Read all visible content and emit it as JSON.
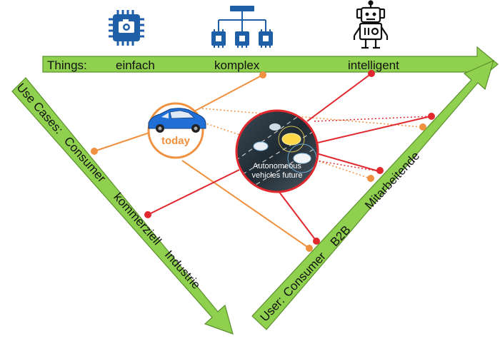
{
  "things": {
    "prefix": "Things:",
    "levels": [
      "einfach",
      "komplex",
      "intelligent"
    ],
    "icons": [
      "chip-camera-icon",
      "chip-network-icon",
      "robot-icon"
    ]
  },
  "use_cases": {
    "prefix": "Use Cases:",
    "levels": [
      "Consumer",
      "kommerziell",
      "Industrie"
    ]
  },
  "user": {
    "prefix": "User:",
    "levels": [
      "Consumer",
      "B2B",
      "Mitarbeitende"
    ]
  },
  "today": {
    "label": "today",
    "icon": "car-icon"
  },
  "future": {
    "label_line1": "Autonomeous",
    "label_line2": "vehicles future"
  },
  "colors": {
    "arrow_fill": "#8fd14f",
    "arrow_stroke": "#5b8f2c",
    "today_color": "#f0913f",
    "future_color": "#e0282e",
    "chip_blue": "#1f5fa8",
    "car_blue": "#1f6fd6"
  }
}
